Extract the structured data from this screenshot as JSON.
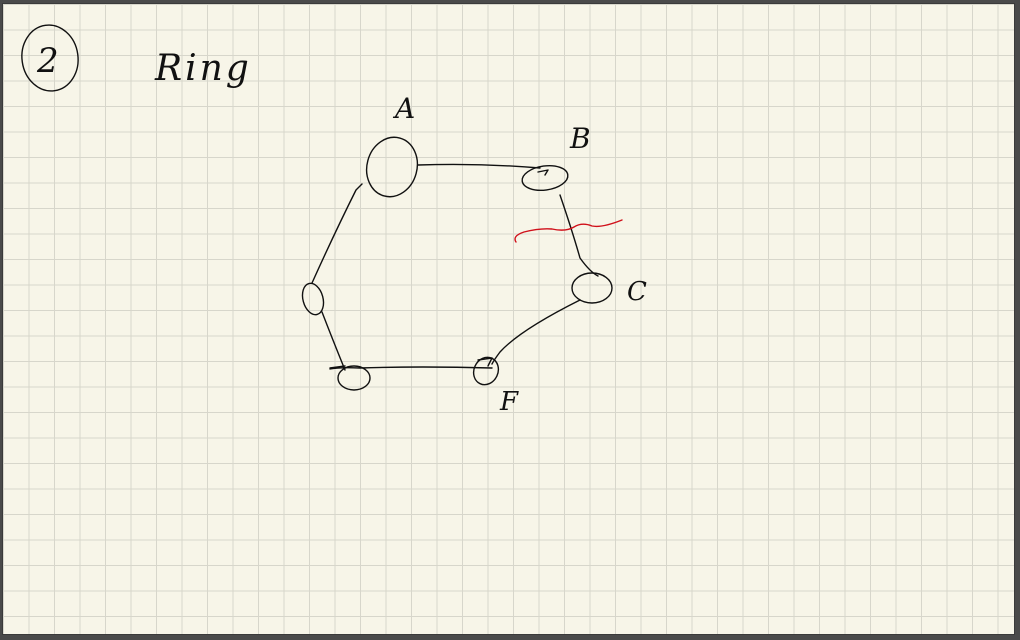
{
  "section_number": "2",
  "heading": "Ring",
  "nodes": [
    {
      "id": "A",
      "label": "A"
    },
    {
      "id": "B",
      "label": "B"
    },
    {
      "id": "C",
      "label": "C"
    },
    {
      "id": "F",
      "label": "F"
    },
    {
      "id": "E",
      "label": ""
    },
    {
      "id": "D",
      "label": ""
    }
  ],
  "ring_order": [
    "A",
    "B",
    "C",
    "F",
    "E",
    "D"
  ],
  "broken_link": {
    "from": "B",
    "to": "C",
    "mark_color": "#d0101a"
  },
  "colors": {
    "paper": "#f7f5e8",
    "grid": "#d7d6cb",
    "ink": "#111111",
    "break_mark": "#d0101a"
  }
}
